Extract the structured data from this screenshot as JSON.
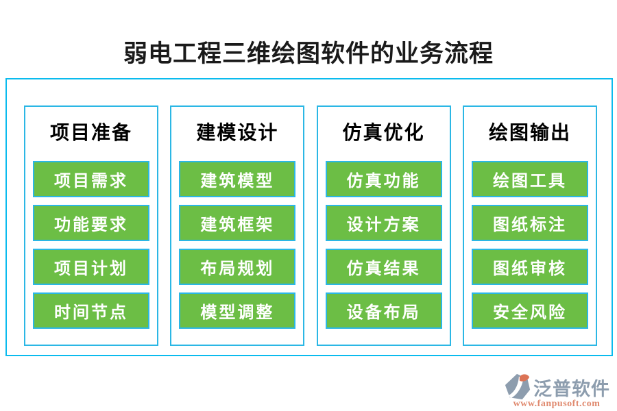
{
  "title": "弱电工程三维绘图软件的业务流程",
  "flow": {
    "columns": [
      {
        "header": "项目准备",
        "steps": [
          "项目需求",
          "功能要求",
          "项目计划",
          "时间节点"
        ]
      },
      {
        "header": "建模设计",
        "steps": [
          "建筑模型",
          "建筑框架",
          "布局规划",
          "模型调整"
        ]
      },
      {
        "header": "仿真优化",
        "steps": [
          "仿真功能",
          "设计方案",
          "仿真结果",
          "设备布局"
        ]
      },
      {
        "header": "绘图输出",
        "steps": [
          "绘图工具",
          "图纸标注",
          "图纸审核",
          "安全风险"
        ]
      }
    ]
  },
  "branding": {
    "name": "泛普软件",
    "url": "www.fanpusoft.com",
    "logo_icon": "fanpu-swoosh-icon"
  },
  "colors": {
    "outer_border_cyan": "#0ABBEE",
    "node_border_cyan": "#2BB7E5",
    "node_green": "#6CBE45",
    "node_text_white": "#FFFFFF",
    "title_black": "#1A1A1A",
    "brand_gray_blue": "#8D9DAE",
    "brand_salmon": "#E08A6F"
  }
}
